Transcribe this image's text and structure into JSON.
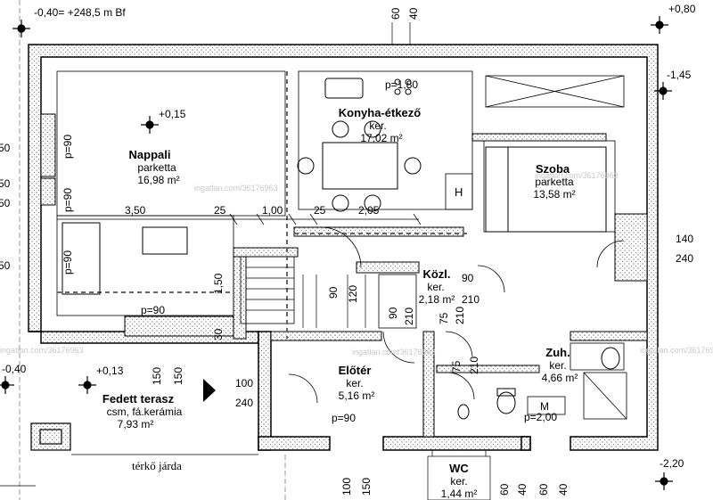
{
  "elevations": {
    "top_left": "-0,40= +248,5 m Bf",
    "top_right": "+0,80",
    "right_upper": "-1,45",
    "living": "+0,15",
    "terrace": "+0,13",
    "left_lower": "-0,40",
    "bottom_right": "-2,20"
  },
  "rooms": {
    "nappali": {
      "name": "Nappali",
      "floor": "parketta",
      "area": "16,98 m²"
    },
    "konyha": {
      "name": "Konyha-étkező",
      "floor": "ker.",
      "area": "17,02 m²"
    },
    "szoba": {
      "name": "Szoba",
      "floor": "parketta",
      "area": "13,58 m²"
    },
    "kozl": {
      "name": "Közl.",
      "floor": "ker.",
      "area": "2,18 m²"
    },
    "eloter": {
      "name": "Előtér",
      "floor": "ker.",
      "area": "5,16 m²"
    },
    "zuh": {
      "name": "Zuh.",
      "floor": "ker.",
      "area": "4,66 m²"
    },
    "wc": {
      "name": "WC",
      "floor": "ker.",
      "area": "1,44 m²"
    },
    "terasz": {
      "name": "Fedett terasz",
      "floor": "csm, fá.kerámia",
      "area": "7,93 m²"
    }
  },
  "labels": {
    "p90": "p=90",
    "p180": "p=1,80",
    "p200": "p=2,00",
    "H": "H",
    "M": "M",
    "terko": "térkő járda"
  },
  "dims": {
    "d350": "3,50",
    "d25a": "25",
    "d100": "1,00",
    "d25b": "25",
    "d205": "2,05",
    "d150v": "1,50",
    "d30": "30",
    "d90a": "90",
    "d120": "120",
    "d90b": "90",
    "d210a": "210",
    "d75": "75",
    "d210b": "210",
    "d90c": "90",
    "d210c": "210",
    "d75b": "75",
    "d210d": "210",
    "d150a": "150",
    "d150b": "150",
    "d100door": "100",
    "d240door": "240",
    "d140": "140",
    "d240": "240",
    "d60top": "60",
    "d40top": "40",
    "d100bot": "100",
    "d150bot": "150",
    "d60bot": "60",
    "d40bot": "40",
    "d60bot2": "60",
    "d40bot2": "40",
    "l50a": "50",
    "l50b": "50",
    "l50c": "50",
    "l50d": "50"
  },
  "watermarks": [
    "ingatlan.com/36176963",
    "ingatlan.com/36176963",
    "ingatlan.com/36176963",
    "ingatlan.com/36176963",
    "ingatlan.com/36176963"
  ]
}
